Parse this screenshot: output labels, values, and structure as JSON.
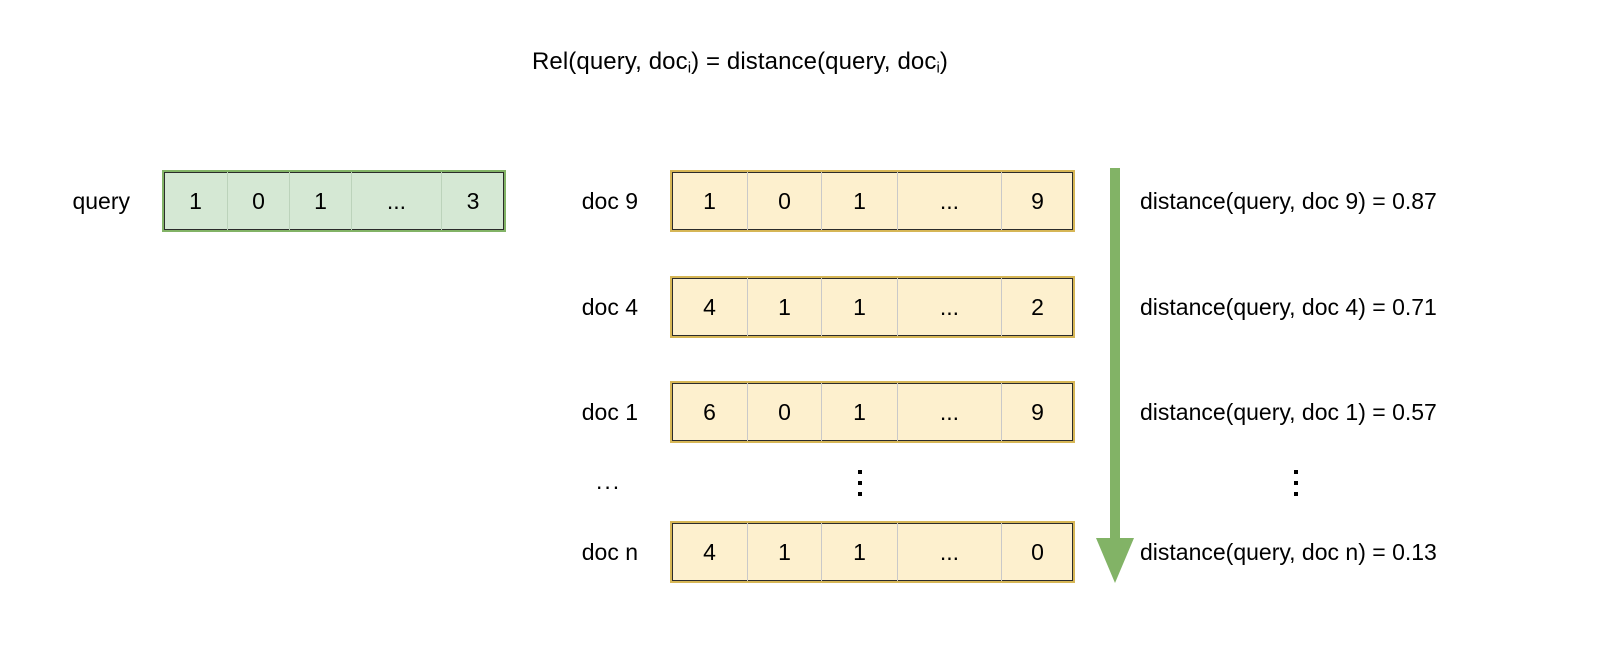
{
  "diagram": {
    "title": {
      "prefix": "Rel(query, doc",
      "sub1": "i",
      "middle": ") = distance(query, doc",
      "sub2": "i",
      "suffix": ")",
      "plain": "Rel(query, doc_i) = distance(query, doc_i)"
    },
    "colors": {
      "query_fill": "#d5e8d4",
      "query_border": "#82b366",
      "doc_fill": "#fdf0ce",
      "doc_border": "#d6b656",
      "inner_border": "#2b2b2b",
      "arrow": "#82b366",
      "text": "#000000",
      "background": "#ffffff"
    },
    "query": {
      "label": "query",
      "cells": [
        "1",
        "0",
        "1",
        "...",
        "3"
      ]
    },
    "docs": [
      {
        "label": "doc 9",
        "cells": [
          "1",
          "0",
          "1",
          "...",
          "9"
        ],
        "distance_text": "distance(query, doc 9) = 0.87",
        "distance_value": 0.87
      },
      {
        "label": "doc 4",
        "cells": [
          "4",
          "1",
          "1",
          "...",
          "2"
        ],
        "distance_text": "distance(query, doc 4) = 0.71",
        "distance_value": 0.71
      },
      {
        "label": "doc 1",
        "cells": [
          "6",
          "0",
          "1",
          "...",
          "9"
        ],
        "distance_text": "distance(query, doc 1) = 0.57",
        "distance_value": 0.57
      },
      {
        "label": "doc n",
        "cells": [
          "4",
          "1",
          "1",
          "...",
          "0"
        ],
        "distance_text": "distance(query, doc n) = 0.13",
        "distance_value": 0.13
      }
    ],
    "ellipsis_row": {
      "left_label": "...",
      "center_marker": "vertical-ellipsis",
      "right_marker": "vertical-ellipsis"
    },
    "arrow": {
      "name": "descending-relevance-arrow",
      "direction": "down"
    }
  }
}
